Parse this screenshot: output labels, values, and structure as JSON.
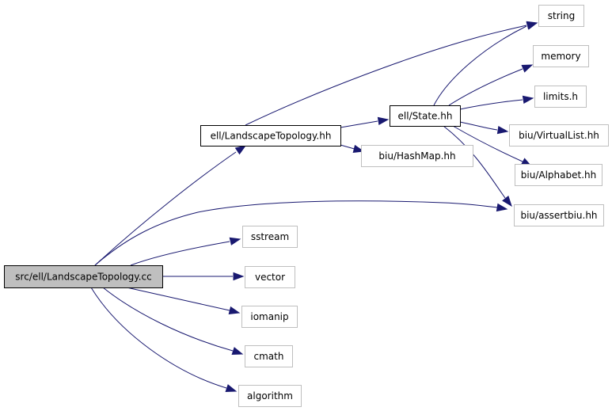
{
  "colors": {
    "edge": "#191970",
    "root_fill": "#bfbfbf",
    "documented_border": "#000000",
    "external_border": "#bfbfbf",
    "node_fill": "#ffffff"
  },
  "nodes": [
    {
      "id": "root",
      "label": "src/ell/LandscapeTopology.cc",
      "kind": "root"
    },
    {
      "id": "landscape",
      "label": "ell/LandscapeTopology.hh",
      "kind": "documented"
    },
    {
      "id": "state",
      "label": "ell/State.hh",
      "kind": "documented"
    },
    {
      "id": "string",
      "label": "string",
      "kind": "external"
    },
    {
      "id": "memory",
      "label": "memory",
      "kind": "external"
    },
    {
      "id": "limits",
      "label": "limits.h",
      "kind": "external"
    },
    {
      "id": "virtuallist",
      "label": "biu/VirtualList.hh",
      "kind": "external"
    },
    {
      "id": "alphabet",
      "label": "biu/Alphabet.hh",
      "kind": "external"
    },
    {
      "id": "hashmap",
      "label": "biu/HashMap.hh",
      "kind": "external"
    },
    {
      "id": "assertbiu",
      "label": "biu/assertbiu.hh",
      "kind": "external"
    },
    {
      "id": "sstream",
      "label": "sstream",
      "kind": "external"
    },
    {
      "id": "vector",
      "label": "vector",
      "kind": "external"
    },
    {
      "id": "iomanip",
      "label": "iomanip",
      "kind": "external"
    },
    {
      "id": "cmath",
      "label": "cmath",
      "kind": "external"
    },
    {
      "id": "algorithm",
      "label": "algorithm",
      "kind": "external"
    }
  ],
  "edges": [
    {
      "from": "root",
      "to": "landscape"
    },
    {
      "from": "root",
      "to": "assertbiu"
    },
    {
      "from": "root",
      "to": "sstream"
    },
    {
      "from": "root",
      "to": "vector"
    },
    {
      "from": "root",
      "to": "iomanip"
    },
    {
      "from": "root",
      "to": "cmath"
    },
    {
      "from": "root",
      "to": "algorithm"
    },
    {
      "from": "landscape",
      "to": "string"
    },
    {
      "from": "landscape",
      "to": "state"
    },
    {
      "from": "landscape",
      "to": "hashmap"
    },
    {
      "from": "state",
      "to": "string"
    },
    {
      "from": "state",
      "to": "memory"
    },
    {
      "from": "state",
      "to": "limits"
    },
    {
      "from": "state",
      "to": "virtuallist"
    },
    {
      "from": "state",
      "to": "alphabet"
    },
    {
      "from": "state",
      "to": "assertbiu"
    }
  ]
}
